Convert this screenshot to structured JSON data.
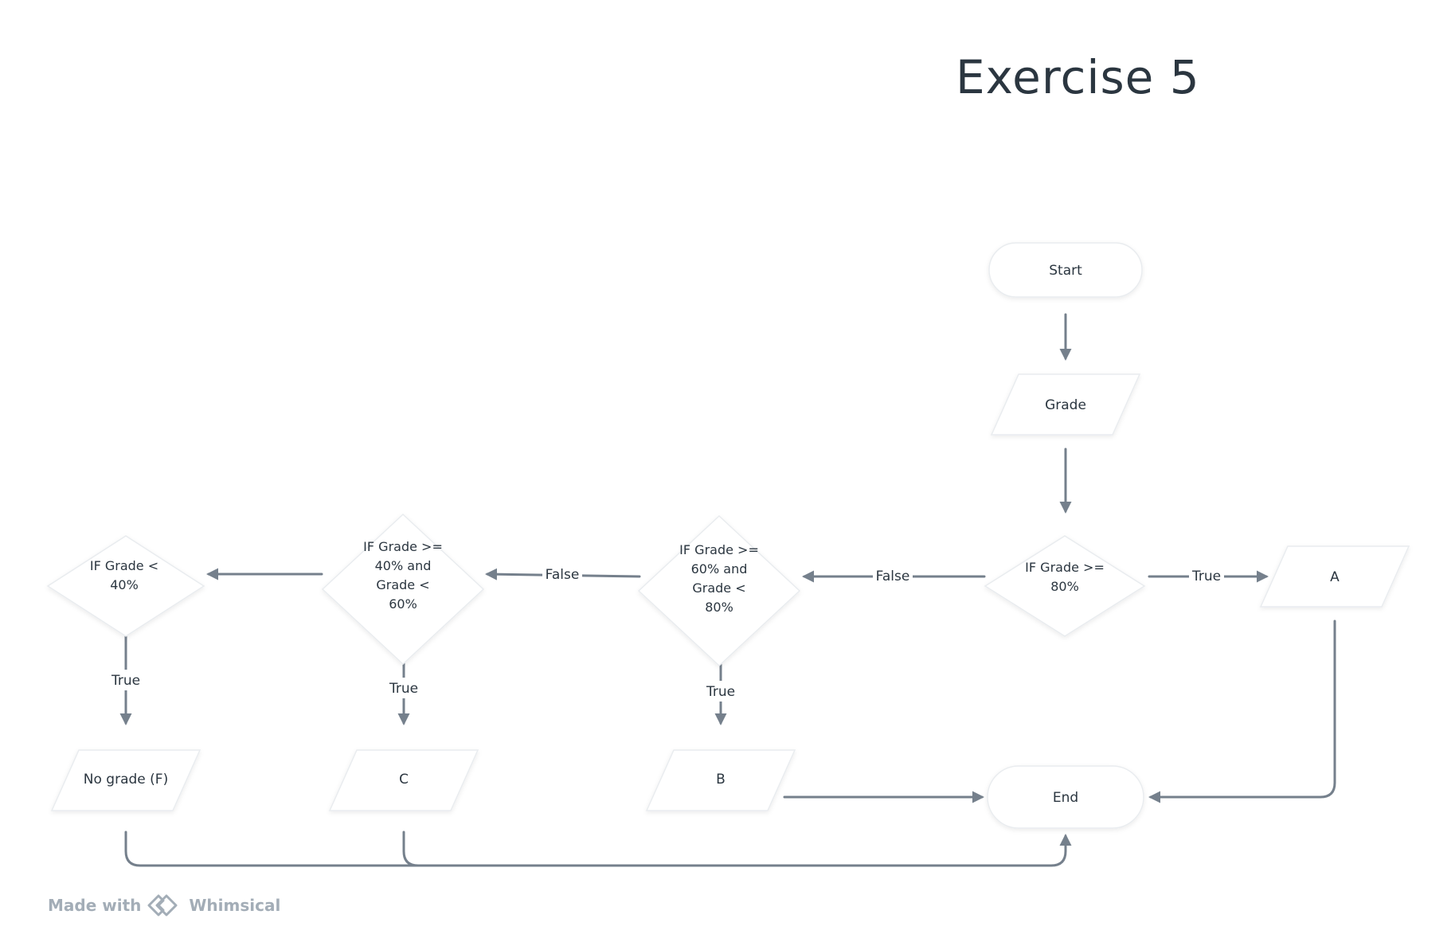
{
  "title": "Exercise 5",
  "footer": {
    "made_with": "Made with",
    "brand": "Whimsical"
  },
  "nodes": {
    "start": "Start",
    "grade": "Grade",
    "cond_80": [
      "IF Grade >=",
      "80%"
    ],
    "cond_60_80": [
      "IF Grade >=",
      "60% and",
      "Grade <",
      "80%"
    ],
    "cond_40_60": [
      "IF Grade >=",
      "40% and",
      "Grade <",
      "60%"
    ],
    "cond_lt_40": [
      "IF Grade <",
      "40%"
    ],
    "out_a": "A",
    "out_b": "B",
    "out_c": "C",
    "out_f": "No grade (F)",
    "end": "End"
  },
  "edge_labels": {
    "true_a": "True",
    "false_80": "False",
    "false_60": "False",
    "true_b": "True",
    "true_c": "True",
    "true_f": "True"
  },
  "colors": {
    "title": "#2b3640",
    "node_text": "#2b3640",
    "edge": "#75808c",
    "node_fill": "#ffffff",
    "node_border": "#e9ecef",
    "footer": "#a3adb7"
  }
}
